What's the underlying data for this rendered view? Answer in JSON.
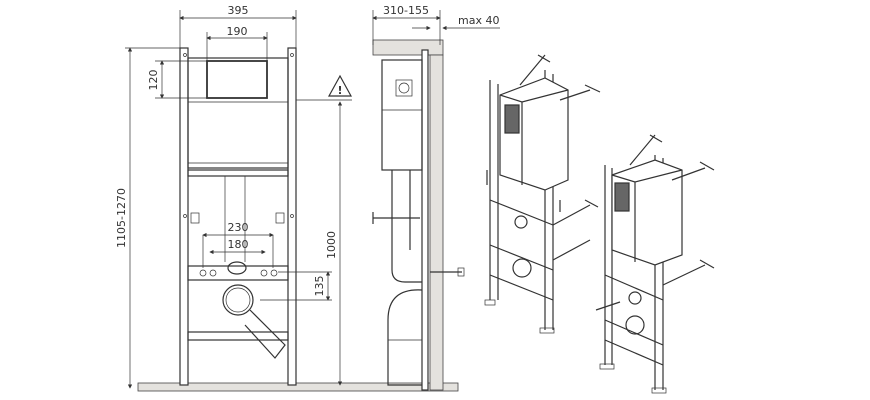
{
  "drawing": {
    "front_view": {
      "width_label": "395",
      "flush_plate_width_label": "190",
      "flush_plate_height_label": "120",
      "height_range_label": "1105-1270",
      "bolt_spacing_outer_label": "230",
      "bolt_spacing_inner_label": "180",
      "outlet_offset_label": "135",
      "actuator_height_label": "1000",
      "warning_symbol": "!"
    },
    "side_view": {
      "depth_range_label": "310-155",
      "wall_thickness_label": "max 40"
    }
  }
}
